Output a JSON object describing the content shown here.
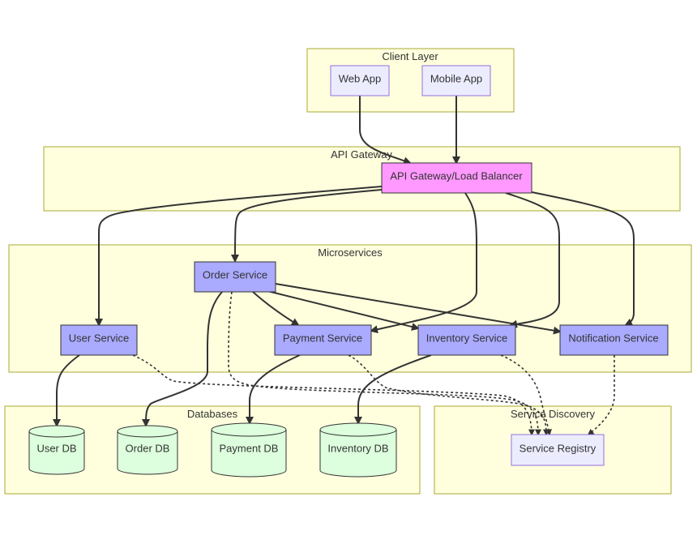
{
  "diagram": {
    "colors": {
      "cluster_fill": "#ffffde",
      "cluster_stroke": "#aaaa33",
      "client_node_fill": "#ececff",
      "gateway_node_fill": "#ff99ff",
      "service_node_fill": "#aaaaff",
      "database_fill": "#ddffdd",
      "edge_color": "#333333"
    },
    "clusters": {
      "client_layer": "Client Layer",
      "api_gateway": "API Gateway",
      "microservices": "Microservices",
      "databases": "Databases",
      "service_discovery": "Service Discovery"
    },
    "nodes": {
      "web_app": "Web App",
      "mobile_app": "Mobile App",
      "gateway": "API Gateway/Load Balancer",
      "order_service": "Order Service",
      "user_service": "User Service",
      "payment_service": "Payment Service",
      "inventory_service": "Inventory Service",
      "notification_service": "Notification Service",
      "user_db": "User DB",
      "order_db": "Order DB",
      "payment_db": "Payment DB",
      "inventory_db": "Inventory DB",
      "service_registry": "Service Registry"
    },
    "edges": [
      {
        "from": "Web App",
        "to": "API Gateway/Load Balancer",
        "style": "solid"
      },
      {
        "from": "Mobile App",
        "to": "API Gateway/Load Balancer",
        "style": "solid"
      },
      {
        "from": "API Gateway/Load Balancer",
        "to": "User Service",
        "style": "solid"
      },
      {
        "from": "API Gateway/Load Balancer",
        "to": "Order Service",
        "style": "solid"
      },
      {
        "from": "API Gateway/Load Balancer",
        "to": "Payment Service",
        "style": "solid"
      },
      {
        "from": "API Gateway/Load Balancer",
        "to": "Inventory Service",
        "style": "solid"
      },
      {
        "from": "API Gateway/Load Balancer",
        "to": "Notification Service",
        "style": "solid"
      },
      {
        "from": "Order Service",
        "to": "Payment Service",
        "style": "solid"
      },
      {
        "from": "Order Service",
        "to": "Inventory Service",
        "style": "solid"
      },
      {
        "from": "Order Service",
        "to": "Notification Service",
        "style": "solid"
      },
      {
        "from": "User Service",
        "to": "User DB",
        "style": "solid"
      },
      {
        "from": "Order Service",
        "to": "Order DB",
        "style": "solid"
      },
      {
        "from": "Payment Service",
        "to": "Payment DB",
        "style": "solid"
      },
      {
        "from": "Inventory Service",
        "to": "Inventory DB",
        "style": "solid"
      },
      {
        "from": "User Service",
        "to": "Service Registry",
        "style": "dotted"
      },
      {
        "from": "Order Service",
        "to": "Service Registry",
        "style": "dotted"
      },
      {
        "from": "Payment Service",
        "to": "Service Registry",
        "style": "dotted"
      },
      {
        "from": "Inventory Service",
        "to": "Service Registry",
        "style": "dotted"
      },
      {
        "from": "Notification Service",
        "to": "Service Registry",
        "style": "dotted"
      }
    ]
  }
}
